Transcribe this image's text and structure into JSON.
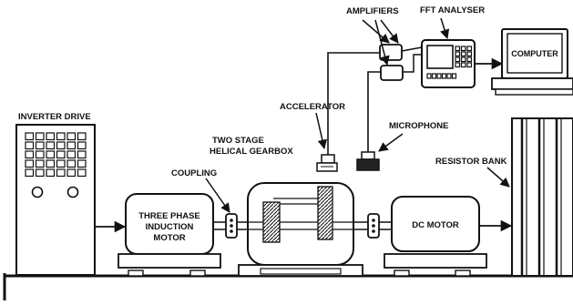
{
  "labels": {
    "amplifiers": "AMPLIFIERS",
    "fft_analyser": "FFT ANALYSER",
    "computer": "COMPUTER",
    "inverter_drive": "INVERTER DRIVE",
    "accelerator": "ACCELERATOR",
    "microphone": "MICROPHONE",
    "gearbox_line1": "TWO STAGE",
    "gearbox_line2": "HELICAL GEARBOX",
    "coupling": "COUPLING",
    "resistor_bank": "RESISTOR BANK",
    "motor_line1": "THREE PHASE",
    "motor_line2": "INDUCTION",
    "motor_line3": "MOTOR",
    "dc_motor": "DC MOTOR"
  },
  "colors": {
    "stroke": "#111111",
    "fill": "#ffffff",
    "shade": "#8a8a8a"
  }
}
